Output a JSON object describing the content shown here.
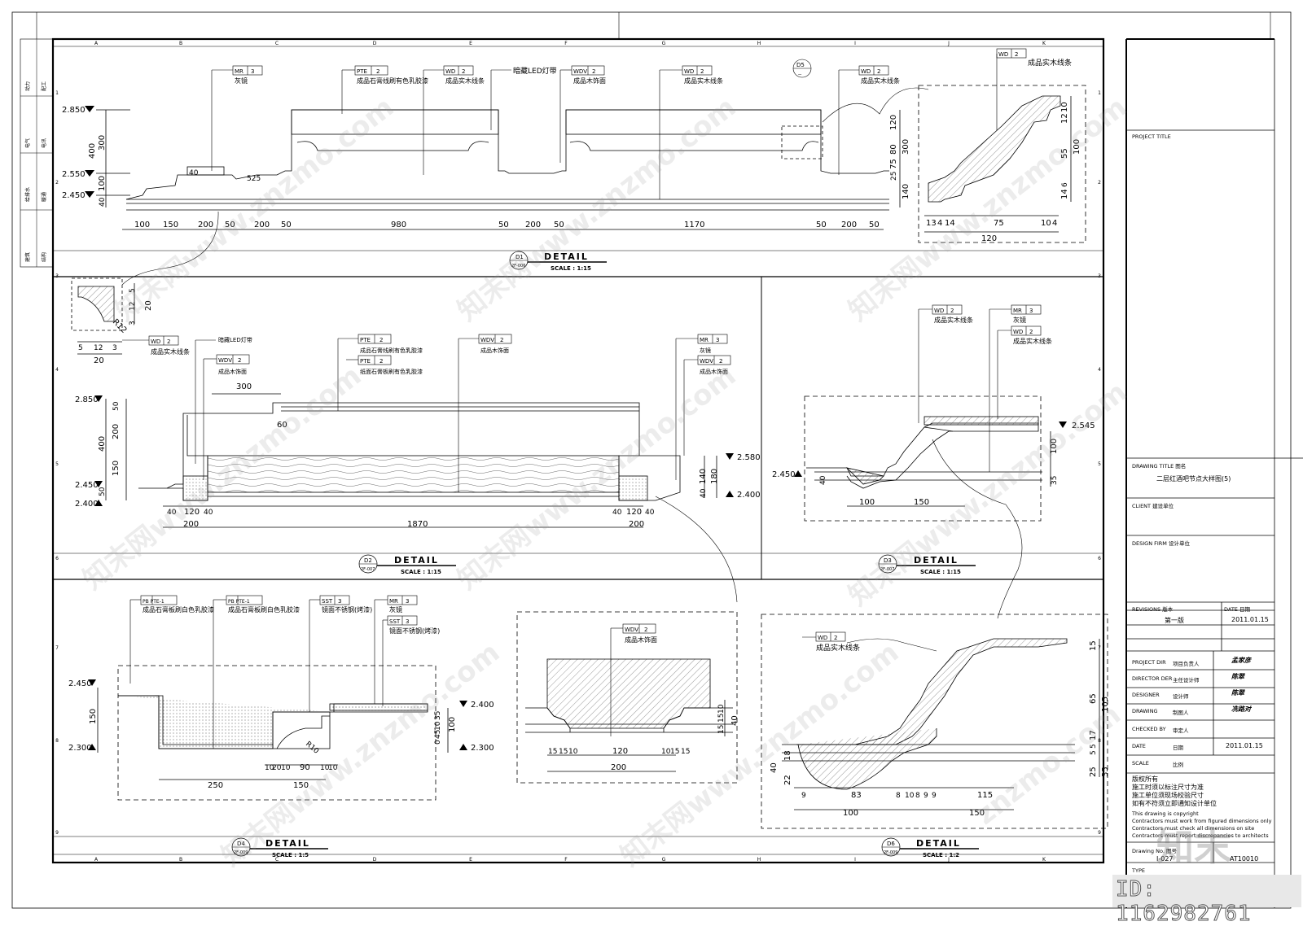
{
  "title_block": {
    "discipline_labels": [
      "动力",
      "给排水",
      "电气",
      "暖通",
      "结构",
      "建筑",
      "电讯",
      "配工"
    ],
    "project_title_label": "PROJECT TITLE",
    "drawing_title_label": "DRAWING TITLE 图名",
    "drawing_title": "二层红酒吧节点大样图(5)",
    "client_label": "CLIENT 建设单位",
    "design_firm_label": "DESIGN FIRM 设计单位",
    "revisions_label": "REVISIONS 版本",
    "date_label": "DATE 日期",
    "revision": "第一版",
    "revision_date": "2011.01.15",
    "rows": [
      {
        "label": "PROJECT DIR",
        "label_cn": "项目负责人",
        "signature": "孟家彦"
      },
      {
        "label": "DIRECTOR DER",
        "label_cn": "主任设计师",
        "signature": "陈翠"
      },
      {
        "label": "DESIGNER",
        "label_cn": "设计师",
        "signature": "陈翠"
      },
      {
        "label": "DRAWING",
        "label_cn": "制图人",
        "signature": "冼路对"
      },
      {
        "label": "CHECKED BY",
        "label_cn": "审定人",
        "signature": ""
      }
    ],
    "date_row_label": "DATE",
    "date_row_cn": "日期",
    "date_row_value": "2011.01.15",
    "scale_label": "SCALE",
    "scale_cn": "比例",
    "copyright_lines": [
      "版权所有",
      "施工时须以标注尺寸为准",
      "施工单位须现场校验尺寸",
      "如有不符须立即通知设计单位",
      "This drawing is copyright",
      "Contractors must work from figured dimensions only",
      "Contractors must check all dimensions on site",
      "Contractors must report discrepancies to architects"
    ],
    "drawing_no_label": "Drawing No. 图号",
    "drawing_no": "I-027",
    "project_no": "AT10010",
    "sheet_label": "TYPE"
  },
  "grid": {
    "columns": [
      "A",
      "B",
      "C",
      "D",
      "E",
      "F",
      "G",
      "H",
      "I",
      "J",
      "K"
    ],
    "rows": [
      "1",
      "2",
      "3",
      "4",
      "5",
      "6",
      "7",
      "8",
      "9"
    ]
  },
  "details": [
    {
      "id": "D1",
      "ref": "2F-006",
      "title": "DETAIL",
      "scale": "SCALE : 1:15"
    },
    {
      "id": "D2",
      "ref": "2F-007",
      "title": "DETAIL",
      "scale": "SCALE : 1:15"
    },
    {
      "id": "D3",
      "ref": "2F-007",
      "title": "DETAIL",
      "scale": "SCALE : 1:15"
    },
    {
      "id": "D4",
      "ref": "2F-009",
      "title": "DETAIL",
      "scale": "SCALE : 1:5"
    },
    {
      "id": "D6",
      "ref": "2F-009",
      "title": "DETAIL",
      "scale": "SCALE : 1:2"
    }
  ],
  "d5_marker": {
    "id": "D5",
    "ref": "--"
  },
  "tags": {
    "d1": [
      {
        "code": "MR",
        "num": "3",
        "text": "灰镜"
      },
      {
        "code": "PTE",
        "num": "2",
        "text": "成品石膏线刷有色乳胶漆"
      },
      {
        "code": "WD",
        "num": "2",
        "text": "成品实木线条"
      },
      {
        "code": "",
        "num": "",
        "text": "暗藏LED灯带"
      },
      {
        "code": "WDV",
        "num": "2",
        "text": "成品木饰面"
      },
      {
        "code": "WD",
        "num": "2",
        "text": "成品实木线条"
      },
      {
        "code": "WD",
        "num": "2",
        "text": "成品实木线条"
      },
      {
        "code": "WD",
        "num": "2",
        "text": "成品实木线条"
      }
    ],
    "d2": [
      {
        "code": "WD",
        "num": "2",
        "text": "成品实木线条"
      },
      {
        "code": "",
        "num": "",
        "text": "暗藏LED灯带"
      },
      {
        "code": "WDV",
        "num": "2",
        "text": "成品木饰面"
      },
      {
        "code": "PTE",
        "num": "2",
        "text": "成品石膏线刷有色乳胶漆"
      },
      {
        "code": "PTE",
        "num": "2",
        "text": "纸面石膏板刷有色乳胶漆"
      },
      {
        "code": "WDV",
        "num": "2",
        "text": "成品木饰面"
      },
      {
        "code": "MR",
        "num": "3",
        "text": "灰镜"
      },
      {
        "code": "WDV",
        "num": "2",
        "text": "成品木饰面"
      }
    ],
    "d3": [
      {
        "code": "WD",
        "num": "2",
        "text": "成品实木线条"
      },
      {
        "code": "MR",
        "num": "3",
        "text": "灰镜"
      },
      {
        "code": "WD",
        "num": "2",
        "text": "成品实木线条"
      }
    ],
    "d4": [
      {
        "code": "PB PTE-1",
        "num": "",
        "text": "成品石膏板刷白色乳胶漆"
      },
      {
        "code": "PB PTE-1",
        "num": "",
        "text": "成品石膏板刷白色乳胶漆"
      },
      {
        "code": "SST",
        "num": "3",
        "text": "镜面不锈钢(烤漆)"
      },
      {
        "code": "MR",
        "num": "3",
        "text": "灰镜"
      },
      {
        "code": "SST",
        "num": "3",
        "text": "镜面不锈钢(烤漆)"
      }
    ],
    "d_mid": [
      {
        "code": "WDV",
        "num": "2",
        "text": "成品木饰面"
      }
    ],
    "d6": [
      {
        "code": "WD",
        "num": "2",
        "text": "成品实木线条"
      }
    ]
  },
  "elevations": {
    "d1": [
      "2.850",
      "2.550",
      "2.450"
    ],
    "d2": [
      "2.850",
      "2.450",
      "2.400",
      "2.580",
      "2.400"
    ],
    "d3": [
      "2.545",
      "2.450"
    ],
    "d4": [
      "2.450",
      "2.300",
      "2.400",
      "2.300"
    ]
  },
  "dims": {
    "d1_bottom": [
      "100",
      "150",
      "200",
      "50",
      "200",
      "50",
      "980",
      "50",
      "200",
      "50",
      "1170",
      "50",
      "200",
      "50"
    ],
    "d1_left": [
      "300",
      "400",
      "100",
      "40",
      "40",
      "525"
    ],
    "d1_right": [
      "120",
      "80",
      "75",
      "25",
      "140",
      "300"
    ],
    "d1_profile": [
      "10",
      "12",
      "55",
      "100",
      "14",
      "6",
      "13",
      "4",
      "14",
      "75",
      "10",
      "4",
      "120"
    ],
    "d2_small": [
      "5",
      "12",
      "20",
      "3",
      "5",
      "12",
      "3",
      "20",
      "R12"
    ],
    "d2_main": [
      "300",
      "60",
      "50",
      "200",
      "400",
      "150",
      "50",
      "40",
      "120",
      "40",
      "200",
      "1870",
      "40",
      "120",
      "40",
      "200",
      "140",
      "180",
      "40"
    ],
    "d3": [
      "100",
      "40",
      "35",
      "100",
      "150"
    ],
    "d4": [
      "150",
      "250",
      "150",
      "10",
      "20",
      "10",
      "90",
      "10",
      "10",
      "R10",
      "35",
      "10",
      "0",
      "45",
      "100"
    ],
    "d_mid": [
      "15",
      "15",
      "10",
      "120",
      "10",
      "15",
      "15",
      "200",
      "15",
      "15",
      "10",
      "40"
    ],
    "d6": [
      "15",
      "65",
      "105",
      "17",
      "5",
      "5",
      "25",
      "35",
      "40",
      "18",
      "22",
      "9",
      "83",
      "8",
      "10",
      "8",
      "9",
      "9",
      "115",
      "100",
      "150"
    ]
  },
  "watermarks": [
    "知末网www.znzmo.com",
    "znzmo.com"
  ],
  "brand": "知末",
  "id_badge": "ID: 1162982761"
}
